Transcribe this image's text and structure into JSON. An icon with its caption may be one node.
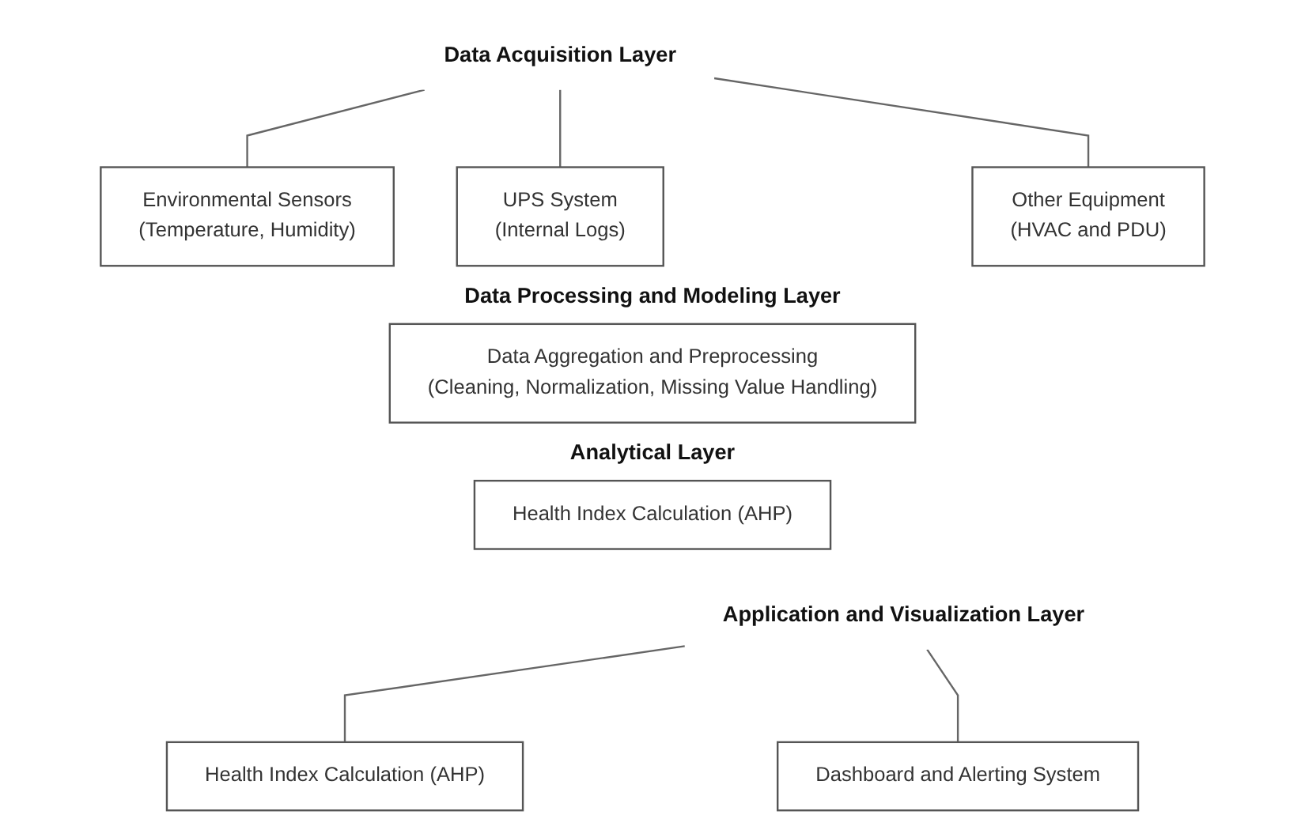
{
  "diagram": {
    "nodes": [
      {
        "text": [
          "Data Acquisition Layer"
        ]
      },
      {
        "text": [
          "Environmental Sensors",
          "(Temperature, Humidity)"
        ]
      },
      {
        "text": [
          "UPS System",
          "(Internal Logs)"
        ]
      },
      {
        "text": [
          "Other Equipment",
          "(HVAC and PDU)"
        ]
      },
      {
        "text": [
          "Data Aggregation and Preprocessing",
          "(Cleaning, Normalization, Missing Value Handling)"
        ]
      },
      {
        "text": [
          "Health Index Calculation (AHP)"
        ]
      },
      {
        "text": [
          "Application and Visualization Layer"
        ]
      },
      {
        "text": [
          "Health Index Calculation (AHP)"
        ]
      },
      {
        "text": [
          "Dashboard and Alerting System"
        ]
      }
    ],
    "edges": [
      {
        "from": 0,
        "to": 1,
        "arrow": "none"
      },
      {
        "from": 0,
        "to": 2,
        "arrow": "none"
      },
      {
        "from": 0,
        "to": 3,
        "arrow": "none"
      },
      {
        "from": 6,
        "to": 7,
        "arrow": "none"
      },
      {
        "from": 6,
        "to": 8,
        "arrow": "none"
      }
    ],
    "labels": [
      "Data Processing and Modeling Layer",
      "Analytical Layer"
    ]
  }
}
